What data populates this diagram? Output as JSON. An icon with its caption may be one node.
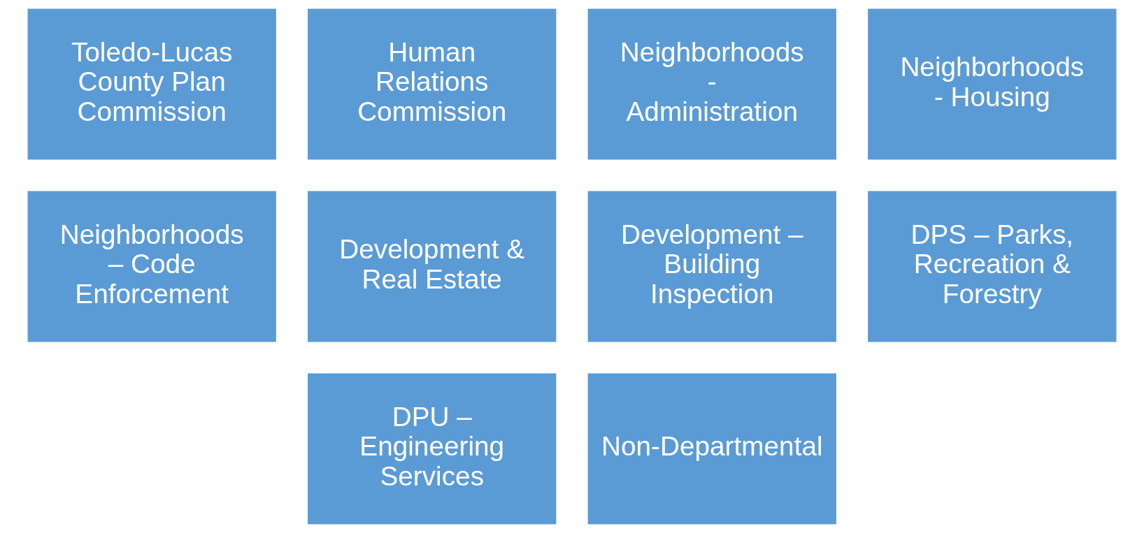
{
  "diagram": {
    "nodes": [
      {
        "text": [
          "Toledo-Lucas County Plan Commission"
        ]
      },
      {
        "text": [
          "Human Relations Commission"
        ]
      },
      {
        "text": [
          "Neighborhoods - Administration"
        ]
      },
      {
        "text": [
          "Neighborhoods - Housing"
        ]
      },
      {
        "text": [
          "Neighborhoods – Code Enforcement"
        ]
      },
      {
        "text": [
          "Development & Real Estate"
        ]
      },
      {
        "text": [
          "Development – Building Inspection"
        ]
      },
      {
        "text": [
          "DPS – Parks, Recreation & Forestry"
        ]
      },
      {
        "text": [
          "DPU – Engineering Services"
        ]
      },
      {
        "text": [
          "Non-Departmental"
        ]
      }
    ]
  }
}
